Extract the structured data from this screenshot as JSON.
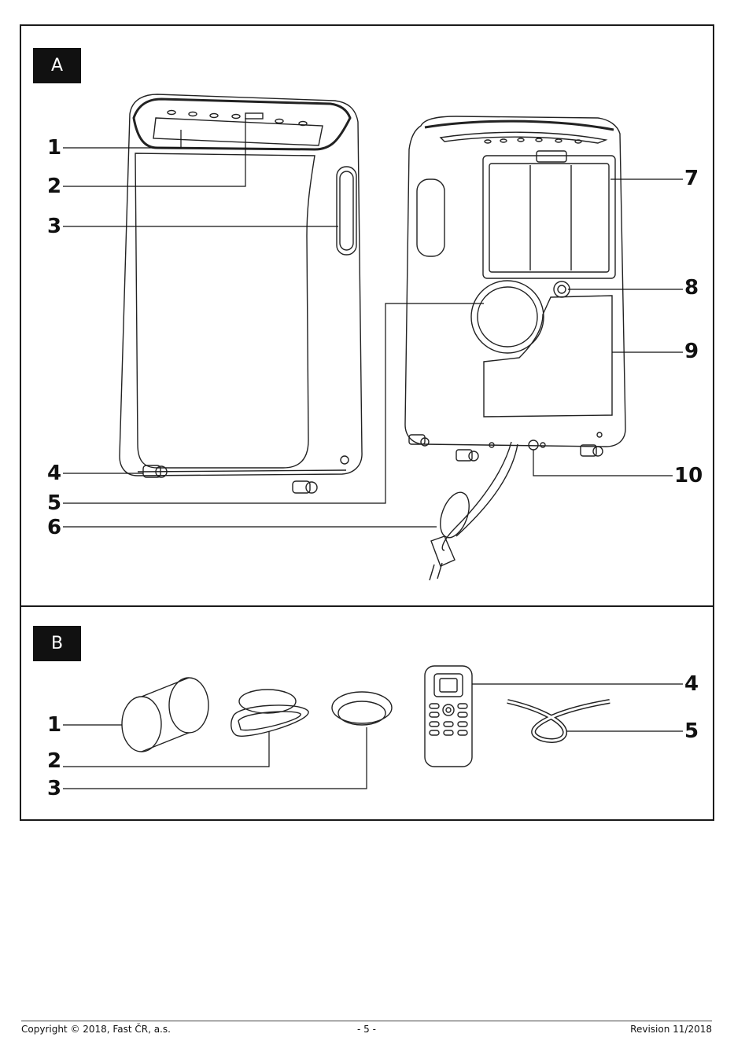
{
  "section_a": {
    "tag": "A",
    "labels": [
      "1",
      "2",
      "3",
      "4",
      "5",
      "6",
      "7",
      "8",
      "9",
      "10"
    ]
  },
  "section_b": {
    "tag": "B",
    "labels": [
      "1",
      "2",
      "3",
      "4",
      "5"
    ]
  },
  "footer": {
    "copyright": "Copyright © 2018, Fast ČR, a.s.",
    "page": "- 5 -",
    "revision": "Revision 11/2018"
  }
}
